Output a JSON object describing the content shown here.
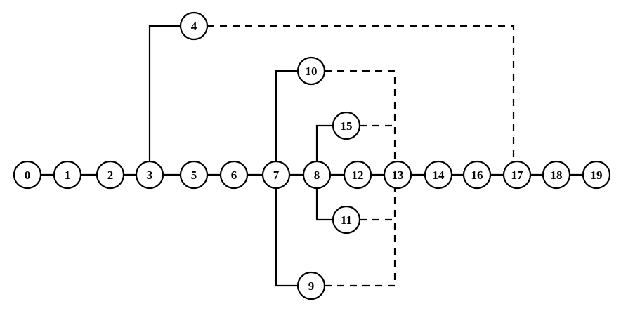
{
  "diagram": {
    "nodes": [
      {
        "id": "0",
        "label": "0"
      },
      {
        "id": "1",
        "label": "1"
      },
      {
        "id": "2",
        "label": "2"
      },
      {
        "id": "3",
        "label": "3"
      },
      {
        "id": "4",
        "label": "4"
      },
      {
        "id": "5",
        "label": "5"
      },
      {
        "id": "6",
        "label": "6"
      },
      {
        "id": "7",
        "label": "7"
      },
      {
        "id": "8",
        "label": "8"
      },
      {
        "id": "9",
        "label": "9"
      },
      {
        "id": "10",
        "label": "10"
      },
      {
        "id": "11",
        "label": "11"
      },
      {
        "id": "12",
        "label": "12"
      },
      {
        "id": "13",
        "label": "13"
      },
      {
        "id": "14",
        "label": "14"
      },
      {
        "id": "15",
        "label": "15"
      },
      {
        "id": "16",
        "label": "16"
      },
      {
        "id": "17",
        "label": "17"
      },
      {
        "id": "18",
        "label": "18"
      },
      {
        "id": "19",
        "label": "19"
      }
    ],
    "edges": [
      {
        "from": "0",
        "to": "1",
        "style": "solid"
      },
      {
        "from": "1",
        "to": "2",
        "style": "solid"
      },
      {
        "from": "2",
        "to": "3",
        "style": "solid"
      },
      {
        "from": "3",
        "to": "5",
        "style": "solid"
      },
      {
        "from": "5",
        "to": "6",
        "style": "solid"
      },
      {
        "from": "6",
        "to": "7",
        "style": "solid"
      },
      {
        "from": "7",
        "to": "8",
        "style": "solid"
      },
      {
        "from": "8",
        "to": "12",
        "style": "solid"
      },
      {
        "from": "12",
        "to": "13",
        "style": "solid"
      },
      {
        "from": "13",
        "to": "14",
        "style": "solid"
      },
      {
        "from": "14",
        "to": "16",
        "style": "solid"
      },
      {
        "from": "16",
        "to": "17",
        "style": "solid"
      },
      {
        "from": "17",
        "to": "18",
        "style": "solid"
      },
      {
        "from": "18",
        "to": "19",
        "style": "solid"
      },
      {
        "from": "3",
        "to": "4",
        "style": "solid"
      },
      {
        "from": "7",
        "to": "10",
        "style": "solid"
      },
      {
        "from": "7",
        "to": "9",
        "style": "solid"
      },
      {
        "from": "8",
        "to": "15",
        "style": "solid"
      },
      {
        "from": "8",
        "to": "11",
        "style": "solid"
      },
      {
        "from": "4",
        "to": "17",
        "style": "dashed"
      },
      {
        "from": "10",
        "to": "13",
        "style": "dashed"
      },
      {
        "from": "15",
        "to": "13",
        "style": "dashed"
      },
      {
        "from": "11",
        "to": "13",
        "style": "dashed"
      },
      {
        "from": "9",
        "to": "13",
        "style": "dashed"
      }
    ],
    "colors": {
      "stroke": "#000000",
      "fill": "#ffffff"
    }
  }
}
